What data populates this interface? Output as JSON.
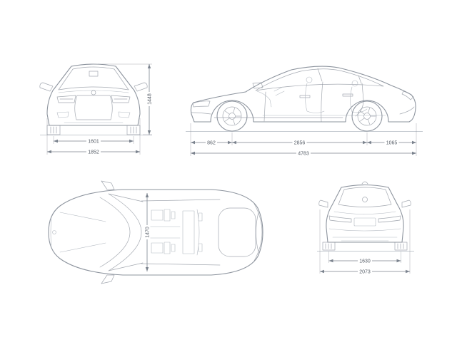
{
  "colors": {
    "background": "#ffffff",
    "line": "#8d949e",
    "detail": "#b3b9c1",
    "dimension_line": "#7b838e",
    "dimension_text": "#555c66"
  },
  "views": {
    "front": {
      "dims": {
        "front_track": "1601",
        "overall_width": "1852",
        "overall_height": "1448"
      }
    },
    "side": {
      "dims": {
        "front_overhang": "862",
        "wheelbase": "2856",
        "rear_overhang": "1065",
        "overall_length": "4783"
      }
    },
    "top": {
      "dims": {
        "interior_width": "1470"
      }
    },
    "rear": {
      "dims": {
        "rear_track": "1630",
        "overall_width_incl_mirrors": "2073"
      }
    }
  }
}
